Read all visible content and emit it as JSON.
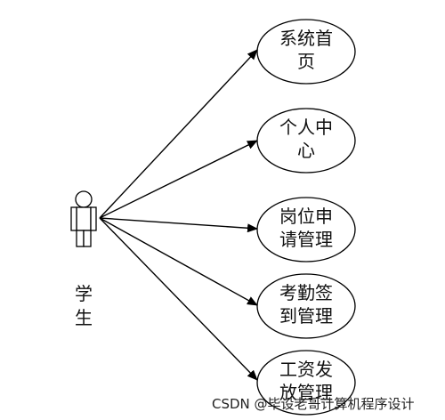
{
  "actor": {
    "label": "学生"
  },
  "use_cases": [
    {
      "lines": [
        "系统首",
        "页"
      ]
    },
    {
      "lines": [
        "个人中",
        "心"
      ]
    },
    {
      "lines": [
        "岗位申",
        "请管理"
      ]
    },
    {
      "lines": [
        "考勤签",
        "到管理"
      ]
    },
    {
      "lines": [
        "工资发",
        "放管理"
      ]
    }
  ],
  "watermark": "CSDN @毕设老哥计算机程序设计",
  "colors": {
    "stroke": "#000000",
    "text": "#111111",
    "background": "#ffffff"
  }
}
